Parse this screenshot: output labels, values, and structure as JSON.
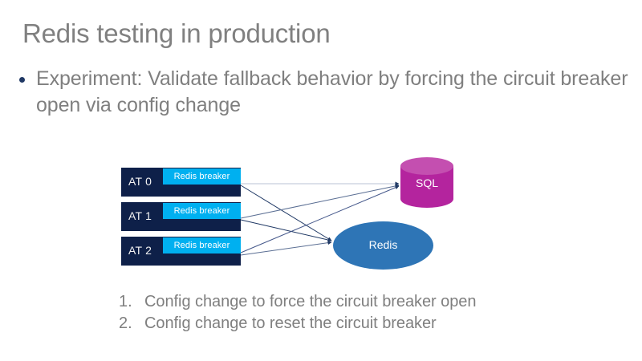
{
  "slide": {
    "title": "Redis testing in production",
    "bullet": "Experiment: Validate fallback behavior by forcing the circuit breaker open via config change"
  },
  "diagram": {
    "app_tiers": [
      {
        "name": "AT 0",
        "breaker": "Redis breaker"
      },
      {
        "name": "AT 1",
        "breaker": "Redis breaker"
      },
      {
        "name": "AT 2",
        "breaker": "Redis breaker"
      }
    ],
    "datastores": [
      {
        "id": "sql",
        "label": "SQL",
        "shape": "cylinder"
      },
      {
        "id": "redis",
        "label": "Redis",
        "shape": "ellipse"
      }
    ]
  },
  "steps": [
    {
      "marker": "1.",
      "text": "Config change to force the circuit breaker open"
    },
    {
      "marker": "2.",
      "text": "Config change to reset the circuit breaker"
    }
  ],
  "colors": {
    "title_gray": "#808080",
    "body_gray": "#7F7F7F",
    "bullet_navy": "#1F3864",
    "at_box_navy": "#0E2049",
    "breaker_cyan": "#00B0F0",
    "sql_magenta": "#B4249E",
    "sql_magenta_top": "#C44FB0",
    "redis_blue": "#2E75B6",
    "connector_navy": "#1F3864",
    "background": "#FFFFFF"
  }
}
